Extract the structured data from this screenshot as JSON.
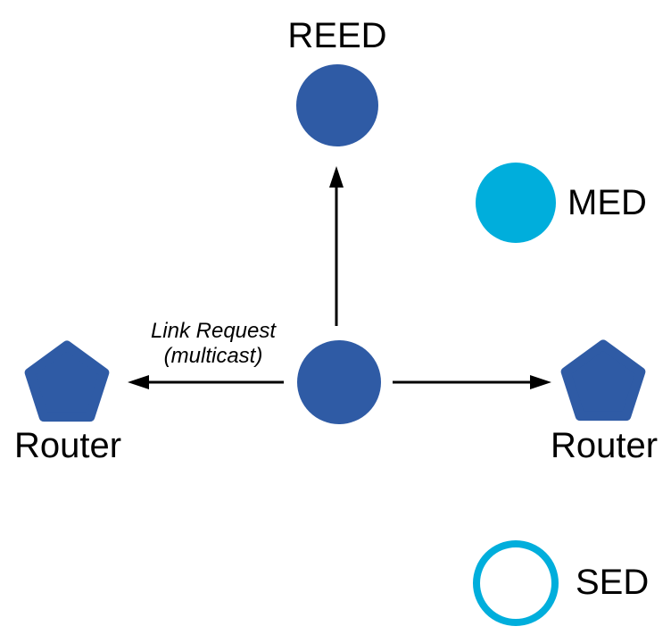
{
  "colors": {
    "background": "#FFFFFF",
    "node_blue": "#2F5BA5",
    "node_cyan": "#00AEDC",
    "arrow": "#000000",
    "text": "#000000"
  },
  "nodes": {
    "reed": {
      "label": "REED"
    },
    "med": {
      "label": "MED"
    },
    "router_left": {
      "label": "Router"
    },
    "router_right": {
      "label": "Router"
    },
    "sed": {
      "label": "SED"
    }
  },
  "annotation": {
    "line1": "Link Request",
    "line2": "(multicast)"
  }
}
